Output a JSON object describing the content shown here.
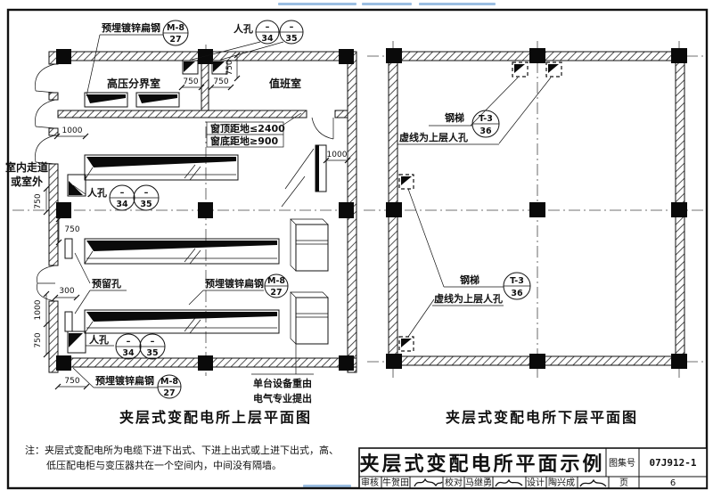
{
  "upper_plan": {
    "title": "夹层式变配电所上层平面图",
    "rooms": {
      "hv_room": "高压分界室",
      "duty_room": "值班室"
    },
    "labels": {
      "embedded_steel": "预埋镀锌扁钢",
      "manhole": "人孔",
      "reserved_hole": "预留孔",
      "corridor_line1": "室内走道",
      "corridor_line2": "或室外",
      "window_top": "窗顶距地≤2400",
      "window_bottom": "窗底距地≥900",
      "equip_note_line1": "单台设备重由",
      "equip_note_line2": "电气专业提出"
    },
    "refs": {
      "m8_top": "M-8",
      "m8_bottom": "27",
      "mh_dash": "–",
      "mh34": "34",
      "mh35": "35"
    },
    "dims": {
      "d750": "750",
      "d1000": "1000",
      "d300": "300"
    }
  },
  "lower_plan": {
    "title": "夹层式变配电所下层平面图",
    "labels": {
      "ladder": "钢梯",
      "dashed_note": "虚线为上层人孔"
    },
    "refs": {
      "t3_top": "T-3",
      "t3_bottom": "36"
    }
  },
  "note": {
    "line1": "注：夹层式变配电所为电缆下进下出式、下进上出式或上进下出式，高、",
    "line2": "低压配电柜与变压器共在一个空间内，中间没有隔墙。"
  },
  "title_block": {
    "title": "夹层式变配电所平面示例",
    "atlas_label": "图集号",
    "atlas_no": "07J912-1",
    "page_label": "页",
    "page_no": "6",
    "review_label": "审核",
    "review_name": "牛贺田",
    "check_label": "校对",
    "check_name": "马继勇",
    "design_label": "设计",
    "design_name": "陶兴成"
  }
}
